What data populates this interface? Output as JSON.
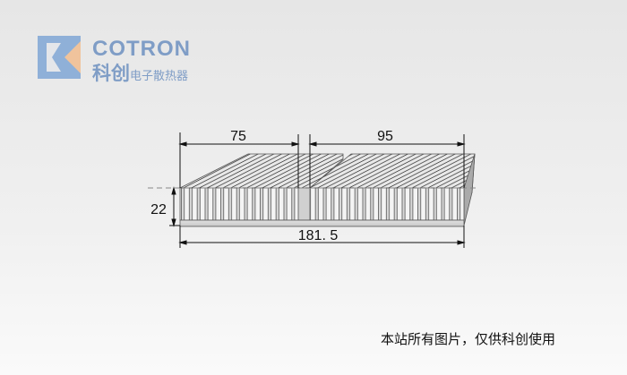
{
  "logo": {
    "brand_en": "COTRON",
    "brand_cn": "科创",
    "subtitle_cn": "电子散热器",
    "accent": "#7f9dc6"
  },
  "diagram": {
    "dim_left": "75",
    "dim_right": "95",
    "dim_width": "181. 5",
    "dim_height": "22"
  },
  "footer": {
    "notice": "本站所有图片，仅供科创使用"
  }
}
